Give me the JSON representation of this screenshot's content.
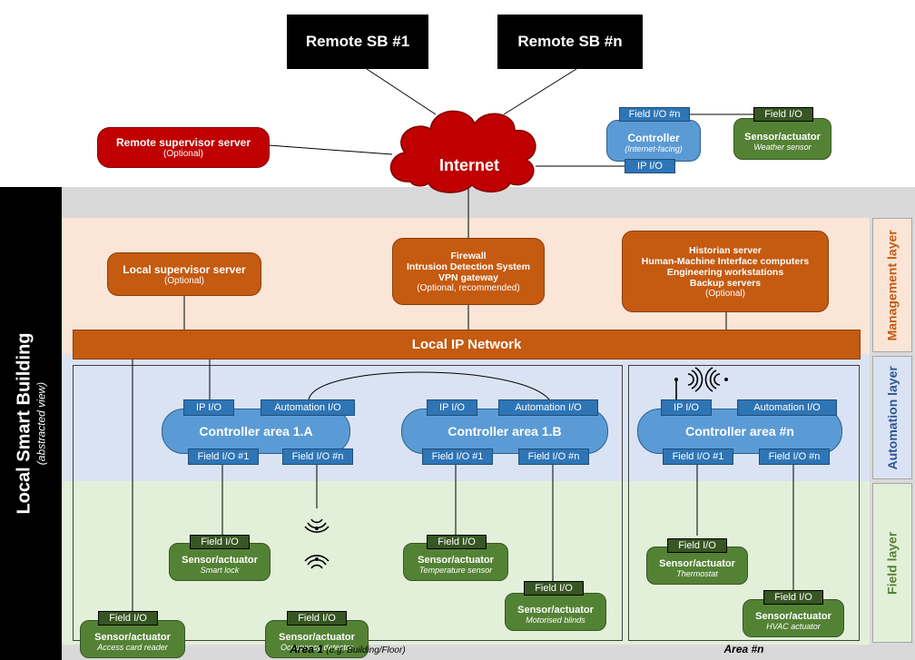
{
  "remote": {
    "sb1": "Remote SB #1",
    "sbn": "Remote SB #n"
  },
  "remote_supervisor": {
    "title": "Remote supervisor server",
    "note": "(Optional)"
  },
  "internet": "Internet",
  "internet_controller": {
    "field_io": "Field I/O #n",
    "title": "Controller",
    "subtitle": "(Internet-facing)",
    "ip_io": "IP I/O",
    "sensor_field_io": "Field I/O",
    "sensor_title": "Sensor/actuator",
    "sensor_subtitle": "Weather sensor"
  },
  "building": {
    "title": "Local Smart Building",
    "subtitle": "(abstracted view)"
  },
  "layers": {
    "management": "Management layer",
    "automation": "Automation layer",
    "field": "Field layer"
  },
  "local_supervisor": {
    "title": "Local supervisor server",
    "note": "(Optional)"
  },
  "firewall": {
    "line1": "Firewall",
    "line2": "Intrusion Detection System",
    "line3": "VPN gateway",
    "note": "(Optional, recommended)"
  },
  "servers": {
    "line1": "Historian server",
    "line2": "Human-Machine Interface computers",
    "line3": "Engineering workstations",
    "line4": "Backup servers",
    "note": "(Optional)"
  },
  "network": "Local IP Network",
  "controllers": {
    "a1": {
      "title": "Controller area 1.A",
      "ip": "IP I/O",
      "auto": "Automation I/O",
      "f1": "Field I/O #1",
      "fn": "Field I/O #n"
    },
    "b1": {
      "title": "Controller area 1.B",
      "ip": "IP I/O",
      "auto": "Automation I/O",
      "f1": "Field I/O #1",
      "fn": "Field I/O #n"
    },
    "n": {
      "title": "Controller area #n",
      "ip": "IP I/O",
      "auto": "Automation I/O",
      "f1": "Field I/O #1",
      "fn": "Field I/O #n"
    }
  },
  "sensors": {
    "lock": {
      "io": "Field I/O",
      "title": "Sensor/actuator",
      "sub": "Smart lock"
    },
    "card": {
      "io": "Field I/O",
      "title": "Sensor/actuator",
      "sub": "Access card reader"
    },
    "occ": {
      "io": "Field I/O",
      "title": "Sensor/actuator",
      "sub": "Occupancy detector"
    },
    "temp": {
      "io": "Field I/O",
      "title": "Sensor/actuator",
      "sub": "Temperature sensor"
    },
    "blinds": {
      "io": "Field I/O",
      "title": "Sensor/actuator",
      "sub": "Motorised blinds"
    },
    "thermo": {
      "io": "Field I/O",
      "title": "Sensor/actuator",
      "sub": "Thermostat"
    },
    "hvac": {
      "io": "Field I/O",
      "title": "Sensor/actuator",
      "sub": "HVAC actuator"
    }
  },
  "areas": {
    "area1": "Area 1",
    "area1_note": "(e.g. Building/Floor)",
    "arean": "Area #n"
  },
  "colors": {
    "management": "#fbe5d6",
    "automation": "#dae3f3",
    "field": "#e2f0d9",
    "building": "#d9d9d9",
    "orange": "#c55a11",
    "blue": "#5b9bd5",
    "green": "#548235",
    "red": "#c00000"
  }
}
